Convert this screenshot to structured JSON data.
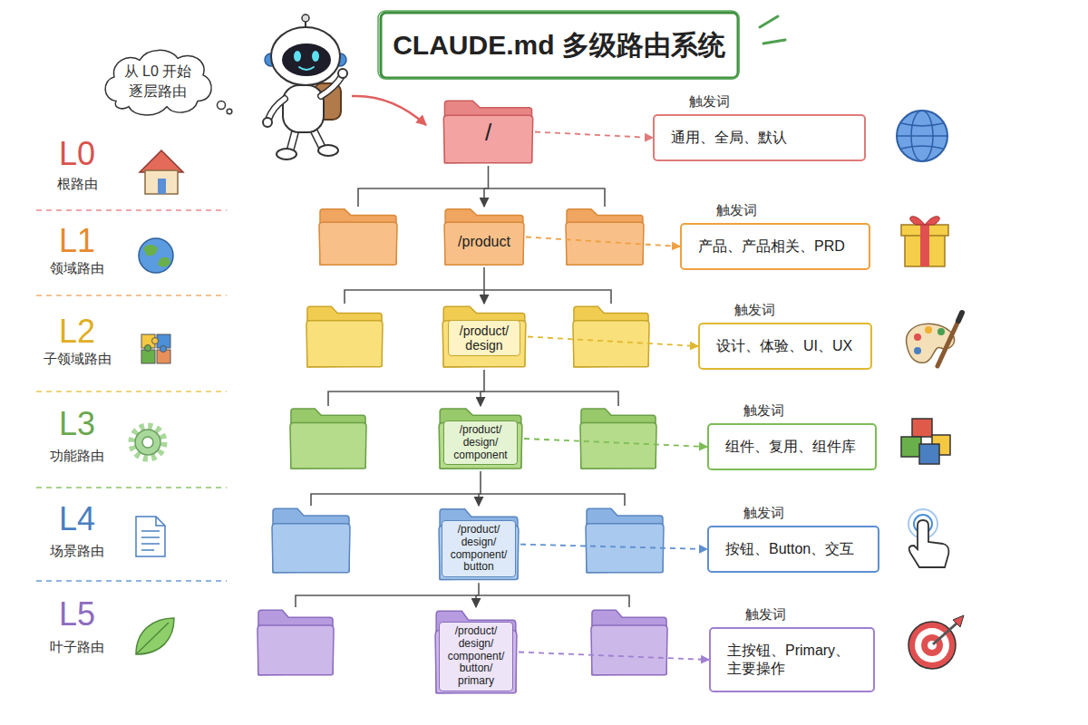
{
  "diagram": {
    "title": "CLAUDE.md 多级路由系统",
    "nodes": [
      {
        "text": [
          "从 L0 开始 逐层路由"
        ]
      },
      {
        "text": [
          "/"
        ]
      },
      {
        "text": [
          "触发词",
          "通用、全局、默认"
        ]
      },
      {
        "text": [
          "/product"
        ]
      },
      {
        "text": [
          "触发词",
          "产品、产品相关、PRD"
        ]
      },
      {
        "text": [
          "/product/ design"
        ]
      },
      {
        "text": [
          "触发词",
          "设计、体验、UI、UX"
        ]
      },
      {
        "text": [
          "/product/ design/ component"
        ]
      },
      {
        "text": [
          "触发词",
          "组件、复用、组件库"
        ]
      },
      {
        "text": [
          "/product/ design/ component/ button"
        ]
      },
      {
        "text": [
          "触发词",
          "按钮、Button、交互"
        ]
      },
      {
        "text": [
          "/product/ design/ component/ button/ primary"
        ]
      },
      {
        "text": [
          "触发词",
          "主按钮、Primary、主要操作"
        ]
      }
    ],
    "edges": [
      {
        "from": 1,
        "to": 3,
        "arrow": "to"
      },
      {
        "from": 3,
        "to": 5,
        "arrow": "to"
      },
      {
        "from": 5,
        "to": 7,
        "arrow": "to"
      },
      {
        "from": 7,
        "to": 9,
        "arrow": "to"
      },
      {
        "from": 9,
        "to": 11,
        "arrow": "to"
      },
      {
        "from": 1,
        "to": 2,
        "arrow": "to"
      },
      {
        "from": 3,
        "to": 4,
        "arrow": "to"
      },
      {
        "from": 5,
        "to": 6,
        "arrow": "to"
      },
      {
        "from": 7,
        "to": 8,
        "arrow": "to"
      },
      {
        "from": 9,
        "to": 10,
        "arrow": "to"
      },
      {
        "from": 11,
        "to": 12,
        "arrow": "to"
      }
    ],
    "labels": [
      "L0",
      "根路由",
      "L1",
      "领域路由",
      "L2",
      "子领域路由",
      "L3",
      "功能路由",
      "L4",
      "场景路由",
      "L5",
      "叶子路由"
    ]
  }
}
